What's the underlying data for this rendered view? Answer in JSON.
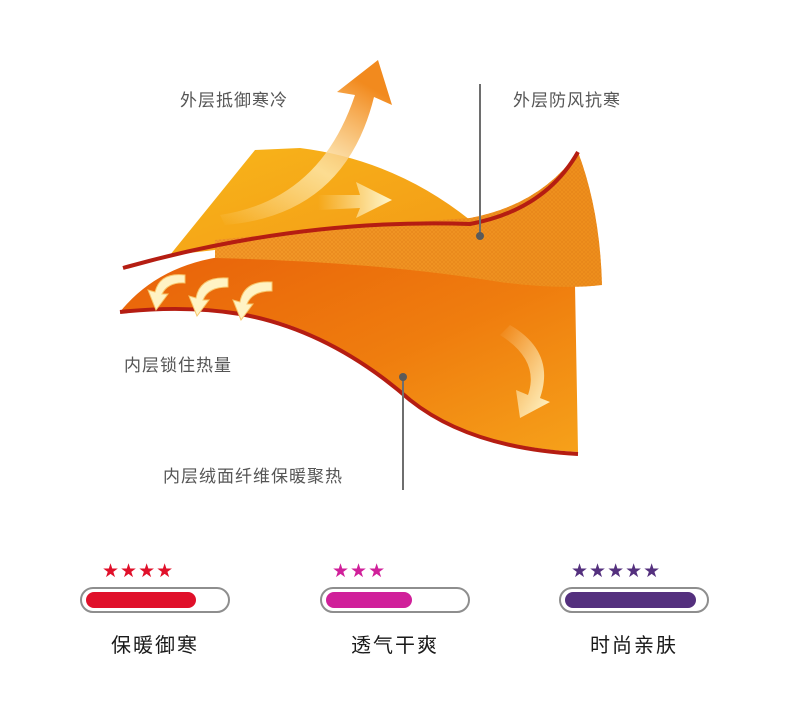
{
  "diagram": {
    "labels": {
      "outer_cold": "外层抵御寒冷",
      "outer_wind": "外层防风抗寒",
      "inner_heat": "内层锁住热量",
      "inner_fleece": "内层绒面纤维保暖聚热"
    }
  },
  "ratings": [
    {
      "stars": "★★★★",
      "count": 4,
      "label": "保暖御寒",
      "color": "#e0102a",
      "level": 0.8
    },
    {
      "stars": "★★★",
      "count": 3,
      "label": "透气干爽",
      "color": "#d0209a",
      "level": 0.62
    },
    {
      "stars": "★★★★★",
      "count": 5,
      "label": "时尚亲肤",
      "color": "#54307e",
      "level": 0.95
    }
  ]
}
